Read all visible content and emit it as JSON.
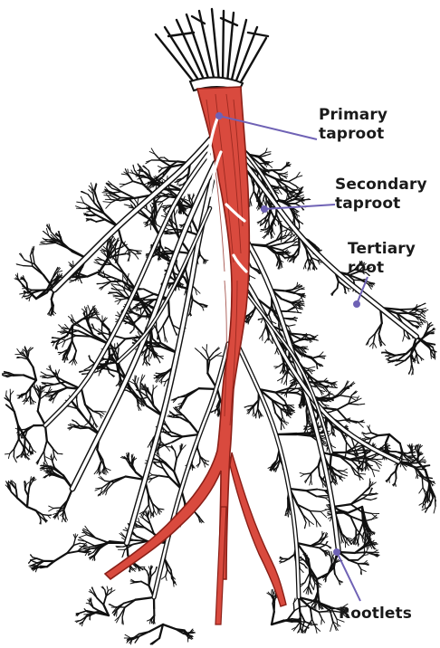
{
  "labels": {
    "primary": {
      "line1": "Primary",
      "line2": "taproot"
    },
    "secondary": {
      "line1": "Secondary",
      "line2": "taproot"
    },
    "tertiary": {
      "line1": "Tertiary",
      "line2": "root"
    },
    "rootlets": {
      "line1": "Rootlets"
    }
  },
  "colors": {
    "taproot_fill": "#d94a3e",
    "taproot_outline": "#8a1f17",
    "ink": "#111111",
    "leader_line": "#6f62b5"
  }
}
